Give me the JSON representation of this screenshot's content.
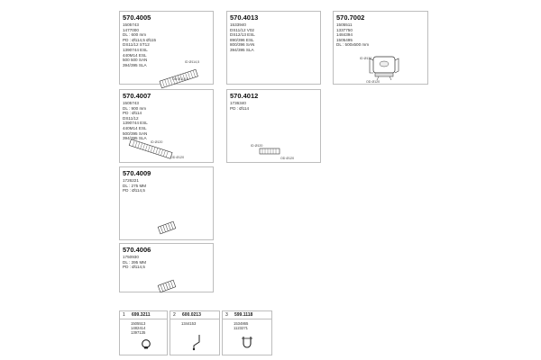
{
  "cards": [
    {
      "part_number": "570.4005",
      "lines": [
        "1505743",
        "1477000",
        "DL : 600 mm",
        "PD : Ø114,5 Ø115",
        "DS11/12 ST12",
        "1390744 ESL",
        "440M14 ESL",
        "500 500 SAN",
        "394/395 SLA"
      ],
      "labels": [
        "ID Ø114,5",
        "OD Ø114,5"
      ]
    },
    {
      "part_number": "570.4013",
      "lines": [
        "1533940",
        "",
        "",
        "DS11/12 V02",
        "DS12/13 ESL",
        "890/396 ESL",
        "800/396 SAN",
        "394/395 SLA"
      ],
      "labels": []
    },
    {
      "part_number": "570.7002",
      "lines": [
        "1505511",
        "1337750",
        "1484394",
        "1505495",
        "DL : 500x500 mm"
      ],
      "labels": [
        "ID Ø130",
        "OD Ø120"
      ]
    },
    {
      "part_number": "570.4007",
      "lines": [
        "1505743",
        "DL : 900 mm",
        "PD : Ø114",
        "DS11/12",
        "1390744 ESL",
        "440M14 ESL",
        "500/395 SAN",
        "394/395 SLA"
      ],
      "labels": [
        "ID Ø120",
        "OD Ø120"
      ]
    },
    {
      "part_number": "570.4012",
      "lines": [
        "1736340",
        "PD : Ø114"
      ],
      "labels": [
        "ID Ø120",
        "OD Ø120"
      ]
    },
    {
      "part_number": "570.4009",
      "lines": [
        "1726221",
        "DL : 275 MM",
        "PD : Ø114,5"
      ],
      "labels": []
    },
    {
      "part_number": "570.4006",
      "lines": [
        "1750930",
        "DL : 395 MM",
        "PD : Ø114,5"
      ],
      "labels": []
    }
  ],
  "accessories": [
    {
      "index": "1",
      "part_number": "699.3211",
      "lines": [
        "1505513",
        "1482414",
        "1397135"
      ]
    },
    {
      "index": "2",
      "part_number": "600.0213",
      "lines": [
        "1344153"
      ]
    },
    {
      "index": "3",
      "part_number": "599.1118",
      "lines": [
        "1534865",
        "1123271"
      ]
    }
  ]
}
